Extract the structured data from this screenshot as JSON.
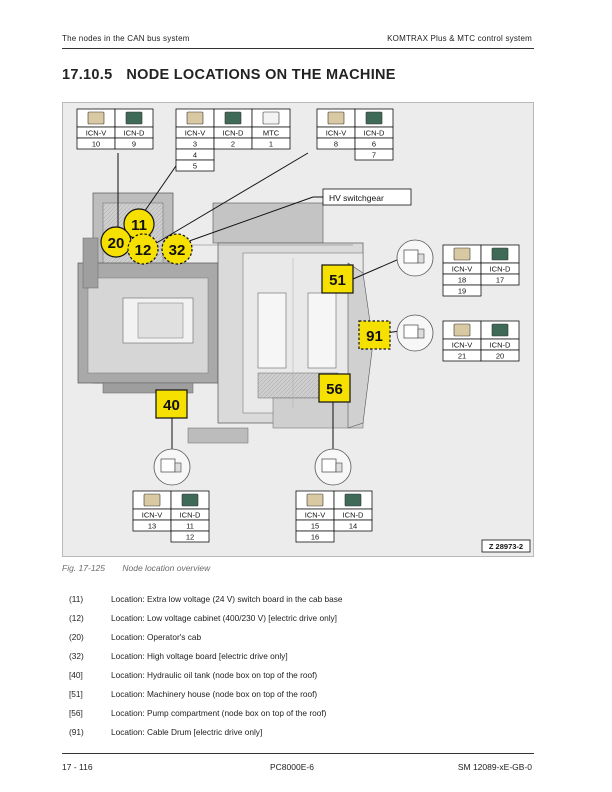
{
  "header": {
    "left": "The nodes in the CAN bus system",
    "right": "KOMTRAX Plus & MTC control system"
  },
  "section": {
    "number": "17.10.5",
    "title": "NODE LOCATIONS ON THE MACHINE"
  },
  "figure": {
    "hv_label": "HV switchgear",
    "ref": "Z 28973-2",
    "badges": {
      "b11": "11",
      "b20": "20",
      "b12": "12",
      "b32": "32",
      "b51": "51",
      "b91": "91",
      "b56": "56",
      "b40": "40"
    },
    "tables": {
      "t1": {
        "headers": [
          "ICN-V",
          "ICN-D"
        ],
        "rows": [
          [
            "10",
            "9"
          ]
        ]
      },
      "t2": {
        "headers": [
          "ICN-V",
          "ICN-D",
          "MTC"
        ],
        "rows": [
          [
            "3",
            "2",
            "1"
          ],
          [
            "4",
            "",
            ""
          ],
          [
            "5",
            "",
            ""
          ]
        ]
      },
      "t3": {
        "headers": [
          "ICN-V",
          "ICN-D"
        ],
        "rows": [
          [
            "8",
            "6"
          ],
          [
            "",
            "7"
          ]
        ]
      },
      "t51": {
        "headers": [
          "ICN-V",
          "ICN-D"
        ],
        "rows": [
          [
            "18",
            "17"
          ],
          [
            "19",
            ""
          ]
        ]
      },
      "t91": {
        "headers": [
          "ICN-V",
          "ICN-D"
        ],
        "rows": [
          [
            "21",
            "20"
          ]
        ]
      },
      "t40": {
        "headers": [
          "ICN-V",
          "ICN-D"
        ],
        "rows": [
          [
            "13",
            "11"
          ],
          [
            "",
            "12"
          ]
        ]
      },
      "t56": {
        "headers": [
          "ICN-V",
          "ICN-D"
        ],
        "rows": [
          [
            "15",
            "14"
          ],
          [
            "16",
            ""
          ]
        ]
      }
    }
  },
  "caption": {
    "number": "Fig. 17-125",
    "text": "Node location overview"
  },
  "locations": [
    {
      "code": "(11)",
      "text": "Location: Extra low voltage (24 V) switch board in the cab base"
    },
    {
      "code": "(12)",
      "text": "Location: Low voltage cabinet (400/230 V) [electric drive only]"
    },
    {
      "code": "(20)",
      "text": "Location: Operator's cab"
    },
    {
      "code": "(32)",
      "text": "Location: High voltage board [electric drive only]"
    },
    {
      "code": "[40]",
      "text": "Location: Hydraulic oil tank (node box on top of the roof)"
    },
    {
      "code": "[51]",
      "text": "Location: Machinery house (node box on top of the roof)"
    },
    {
      "code": "[56]",
      "text": "Location: Pump compartment (node box on top of the roof)"
    },
    {
      "code": "(91)",
      "text": "Location: Cable Drum [electric drive only]"
    }
  ],
  "footer": {
    "left": "17 - 116",
    "center": "PC8000E-6",
    "right": "SM 12089-xE-GB-0"
  },
  "colors": {
    "badge_yellow": "#f5e000",
    "badge_border": "#111111",
    "figure_bg": "#ececec"
  }
}
